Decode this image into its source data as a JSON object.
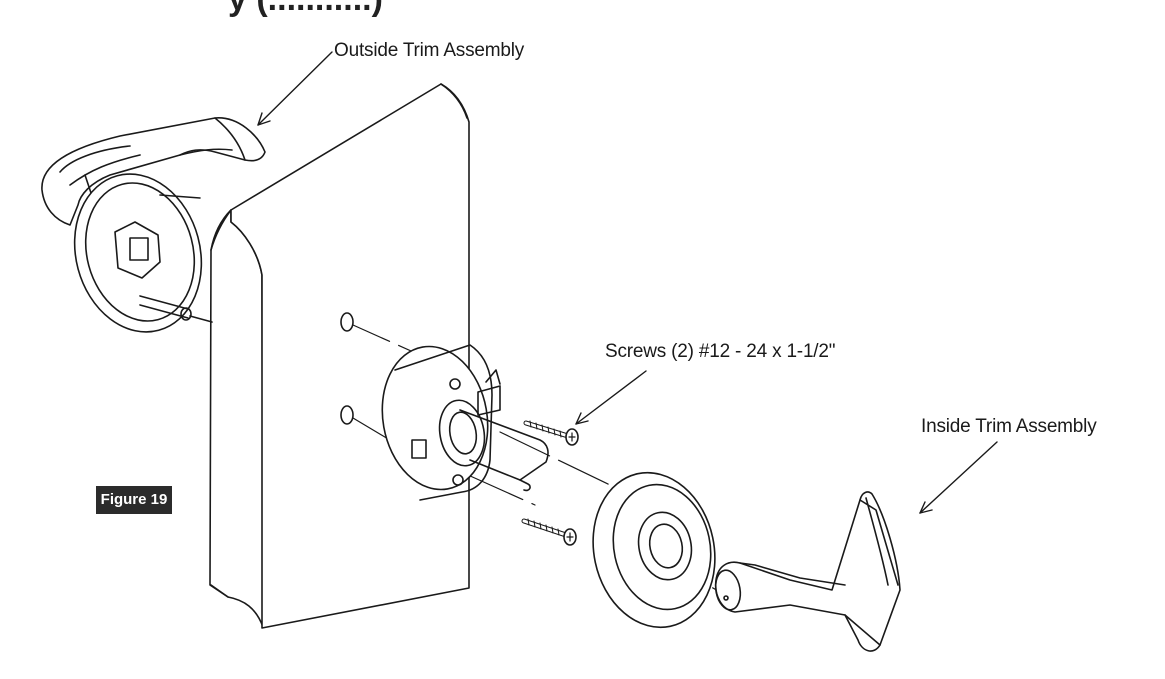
{
  "diagram": {
    "heading_fragment": "y (...........)",
    "figure_label": "Figure 19",
    "callouts": {
      "outside_trim": "Outside Trim Assembly",
      "screws": "Screws (2) #12 - 24  x 1-1/2\"",
      "inside_trim": "Inside Trim Assembly"
    },
    "icons": [
      "door-panel",
      "outside-lever",
      "outside-rose",
      "chassis",
      "screw",
      "inside-rose",
      "inside-lever"
    ]
  }
}
